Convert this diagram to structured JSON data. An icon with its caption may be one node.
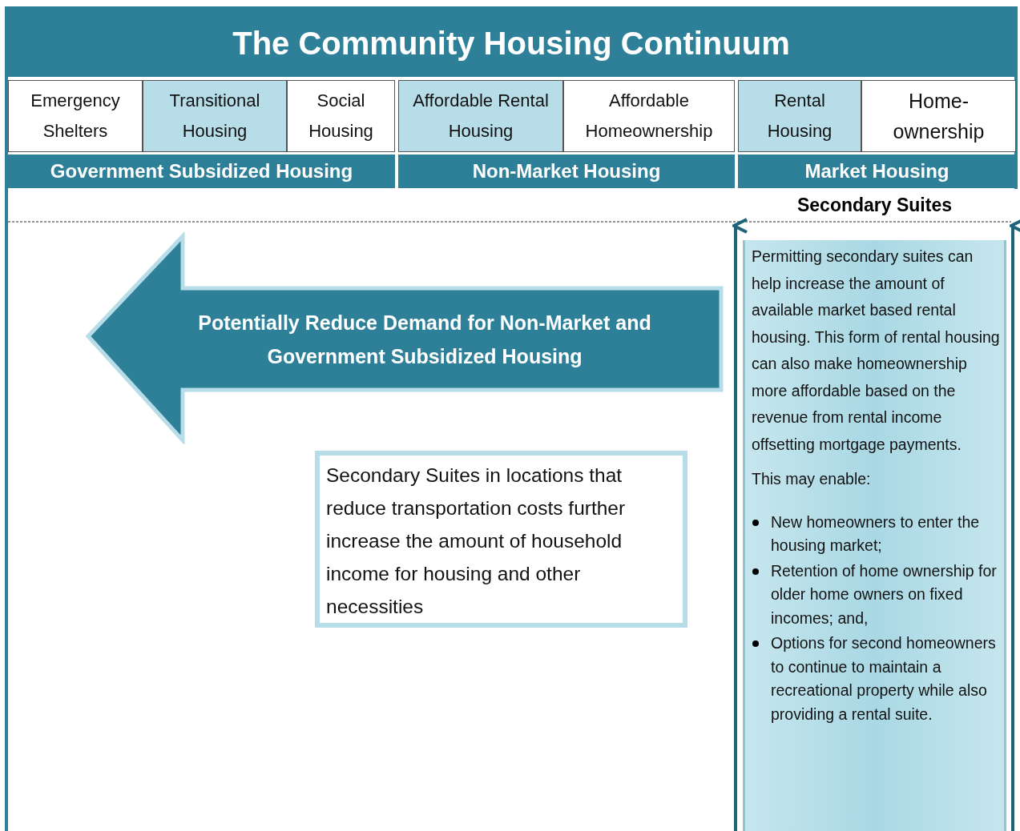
{
  "diagram": {
    "title": "The Community Housing Continuum",
    "nodes": [
      {
        "text": [
          "Emergency Shelters"
        ]
      },
      {
        "text": [
          "Transitional Housing"
        ]
      },
      {
        "text": [
          "Social Housing"
        ]
      },
      {
        "text": [
          "Affordable Rental Housing"
        ]
      },
      {
        "text": [
          "Affordable Homeownership"
        ]
      },
      {
        "text": [
          "Rental Housing"
        ]
      },
      {
        "text": [
          "Home-ownership"
        ]
      },
      {
        "text": [
          "Government Subsidized Housing"
        ]
      },
      {
        "text": [
          "Non-Market Housing"
        ]
      },
      {
        "text": [
          "Market Housing"
        ]
      },
      {
        "text": [
          "Secondary Suites",
          "Permitting secondary suites can help increase the amount of available market based rental housing. This form of rental housing can also make homeownership more affordable based on the revenue from rental income offsetting mortgage payments.",
          "This may enable:",
          "New homeowners to enter the housing market;",
          "Retention of home ownership for older home owners on fixed incomes; and,",
          "Options for second homeowners to continue to maintain a recreational property while also providing a rental suite."
        ]
      },
      {
        "text": [
          "Potentially Reduce Demand for Non-Market and Government Subsidized Housing"
        ]
      },
      {
        "text": [
          "Secondary Suites in locations that reduce transportation costs further increase the amount of household income for housing and other necessities"
        ]
      }
    ]
  }
}
